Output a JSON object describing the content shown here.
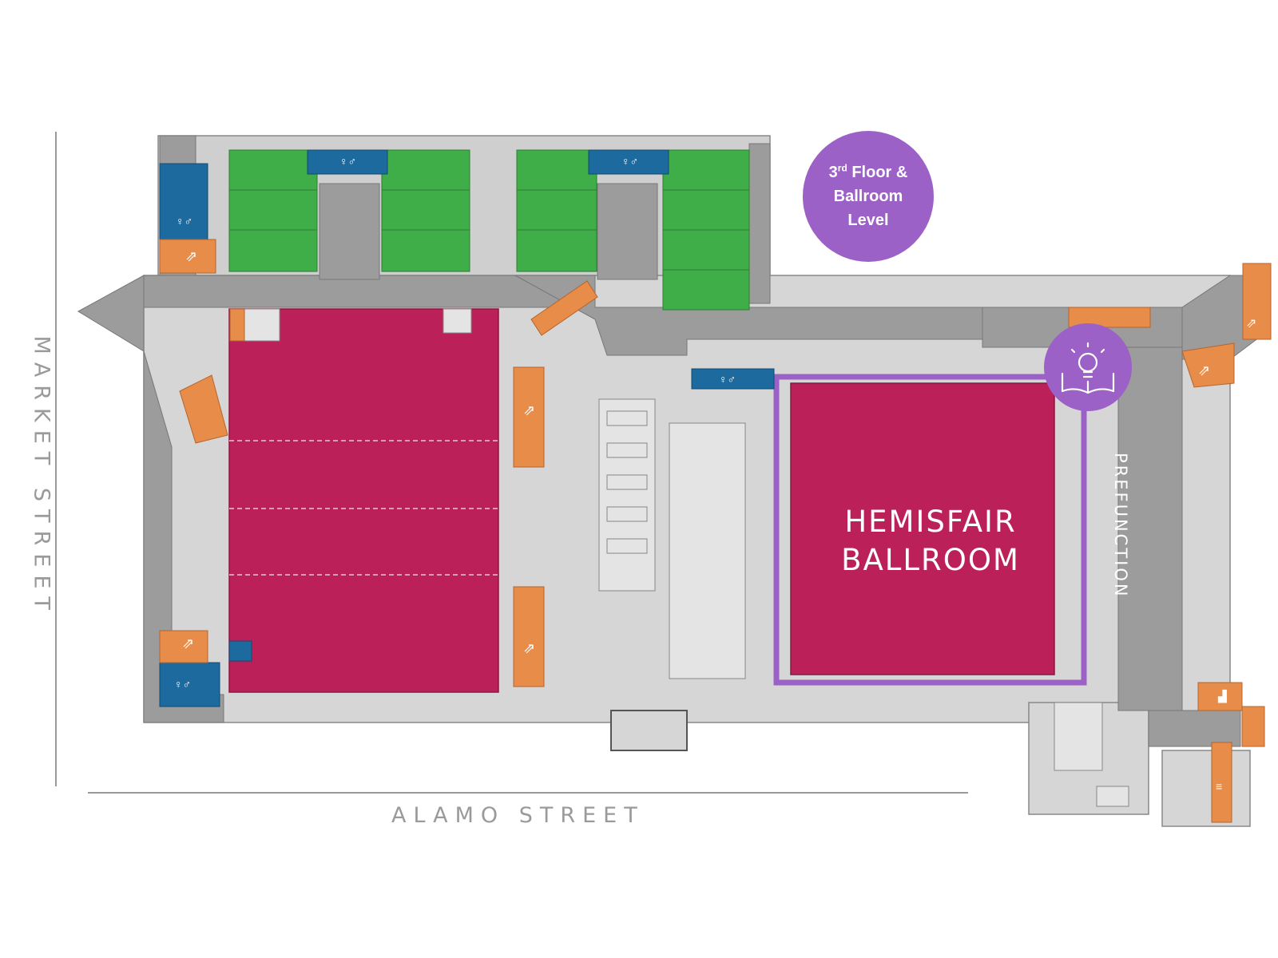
{
  "streets": {
    "market": "MARKET STREET",
    "alamo": "ALAMO STREET"
  },
  "level_badge": {
    "line1_number": "3",
    "line1_suffix": "rd",
    "line1_rest": " Floor &",
    "line2": "Ballroom",
    "line3": "Level"
  },
  "rooms": {
    "highlight_line1": "HEMISFAIR",
    "highlight_line2": "BALLROOM",
    "corridor": "PREFUNCTION"
  },
  "icons": {
    "highlight_marker": "lightbulb-book-icon",
    "restroom": "restroom-icon",
    "escalator": "escalator-icon",
    "stairs": "stairs-icon",
    "elevator": "elevator-icon"
  },
  "colors": {
    "exhibit_hall": "#bb2059",
    "meeting_room": "#3fae49",
    "restroom": "#1d6a9e",
    "vertical_circulation": "#e88c4a",
    "highlight": "#9b61c6",
    "corridor": "#999999",
    "service": "#d8d8d8"
  }
}
